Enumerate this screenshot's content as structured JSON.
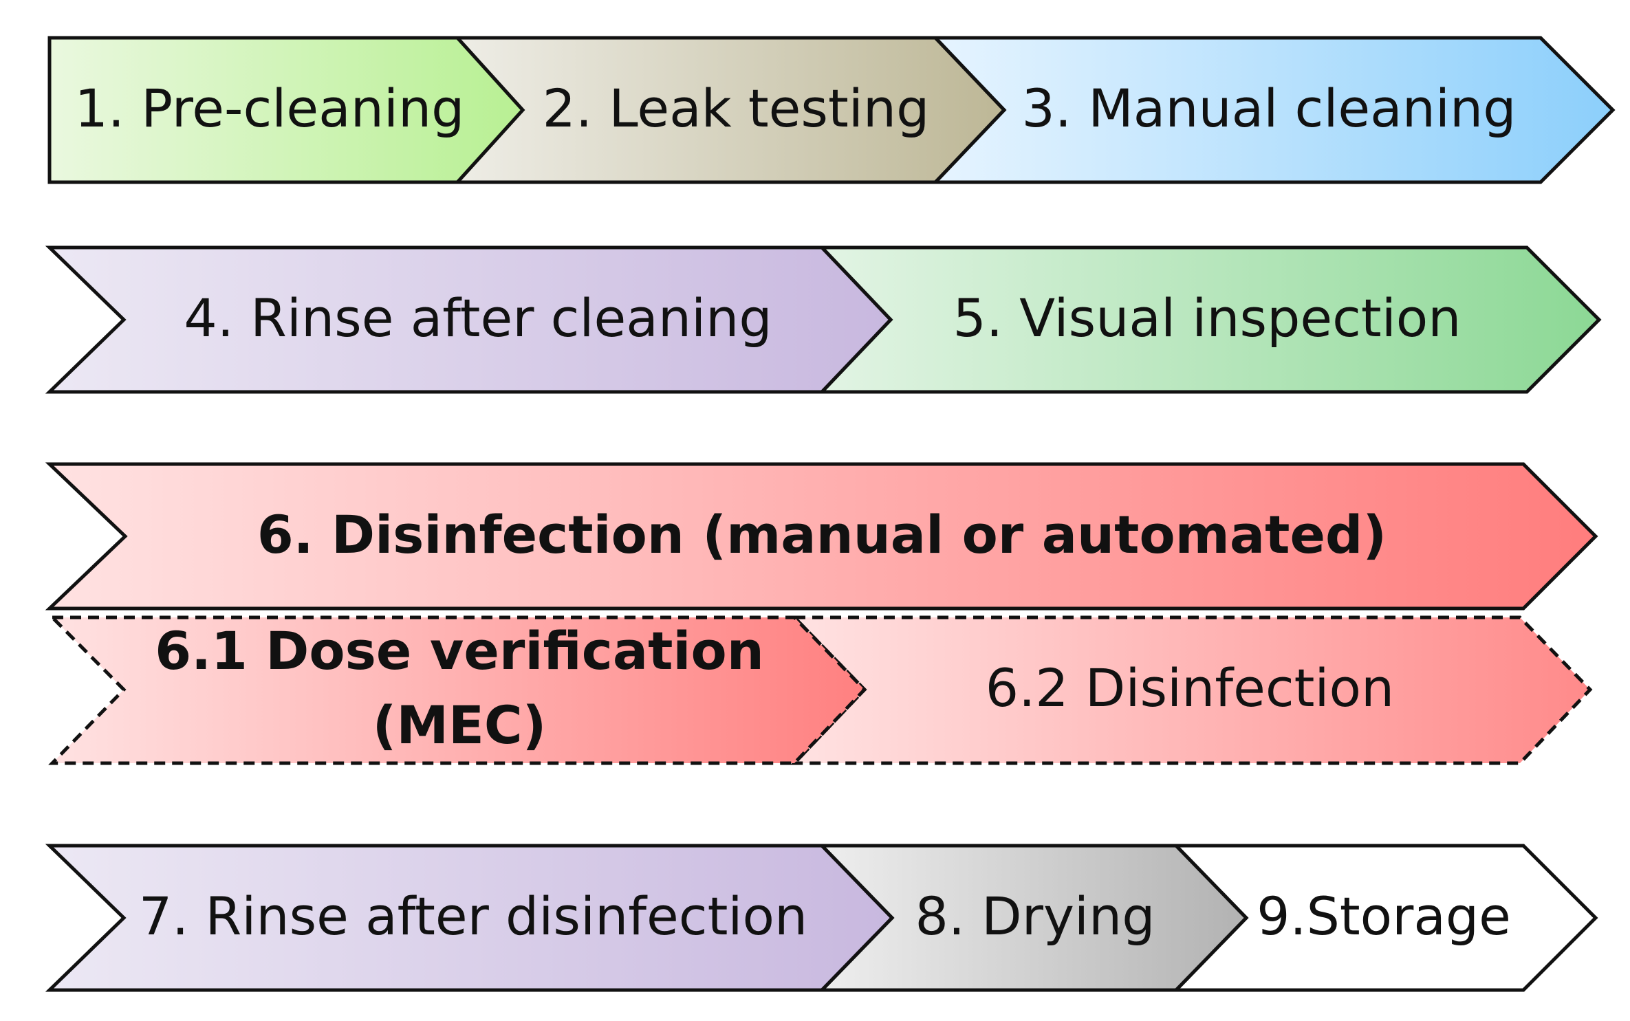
{
  "steps": {
    "s1": {
      "label": "1. Pre-cleaning",
      "colors": [
        "#eaf8df",
        "#b8f093"
      ]
    },
    "s2": {
      "label": "2. Leak testing",
      "colors": [
        "#eeede6",
        "#bdb796"
      ]
    },
    "s3": {
      "label": "3. Manual cleaning",
      "colors": [
        "#e6f4ff",
        "#8ccffb"
      ]
    },
    "s4": {
      "label": "4. Rinse after cleaning",
      "colors": [
        "#ece8f4",
        "#c8b8df"
      ]
    },
    "s5": {
      "label": "5. Visual inspection",
      "colors": [
        "#e2f4e4",
        "#8cd895"
      ]
    },
    "s6": {
      "label": "6. Disinfection (manual or automated)",
      "colors": [
        "#ffe2e2",
        "#ff7d7d"
      ]
    },
    "s6_1": {
      "label_line1": "6.1 Dose verification",
      "label_line2": "(MEC)",
      "colors": [
        "#ffe2e2",
        "#ff8080"
      ]
    },
    "s6_2": {
      "label": "6.2 Disinfection",
      "colors": [
        "#ffe2e2",
        "#ff8a8a"
      ]
    },
    "s7": {
      "label": "7. Rinse after disinfection",
      "colors": [
        "#ece8f4",
        "#c8b8df"
      ]
    },
    "s8": {
      "label": "8. Drying",
      "colors": [
        "#eeeeee",
        "#b2b2b2"
      ]
    },
    "s9": {
      "label": "9.Storage",
      "colors": [
        "#ffffff",
        "#ffffff"
      ]
    }
  }
}
